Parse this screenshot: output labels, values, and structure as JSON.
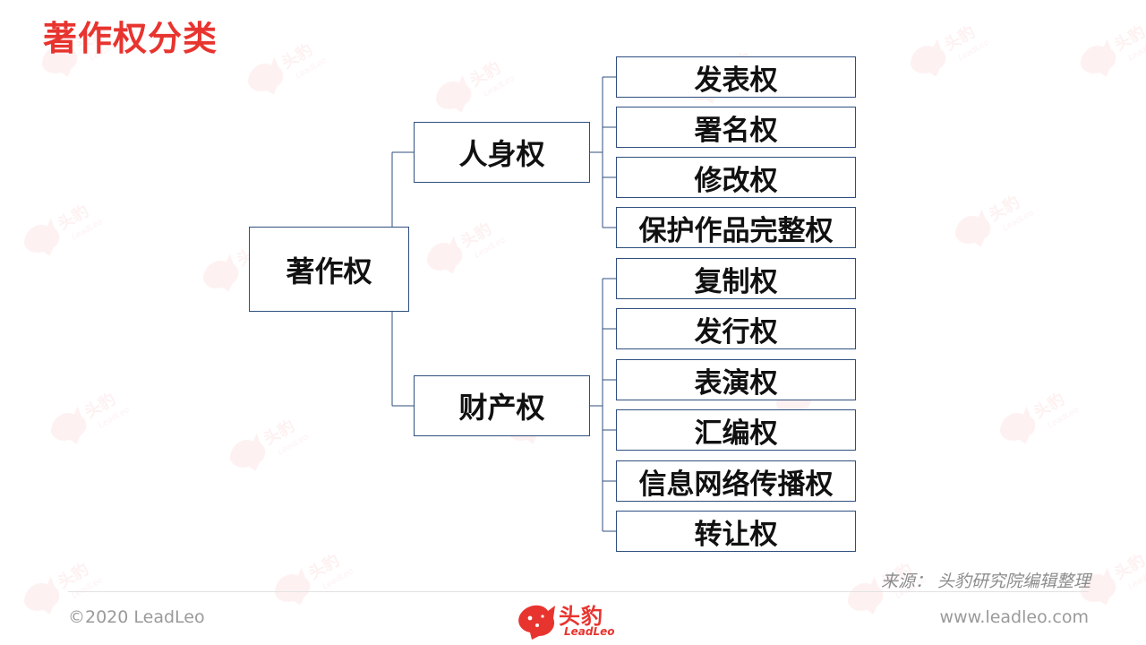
{
  "title": "著作权分类",
  "diagram": {
    "root": "著作权",
    "branches": [
      {
        "label": "人身权",
        "children": [
          "发表权",
          "署名权",
          "修改权",
          "保护作品完整权"
        ]
      },
      {
        "label": "财产权",
        "children": [
          "复制权",
          "发行权",
          "表演权",
          "汇编权",
          "信息网络传播权",
          "转让权"
        ]
      }
    ]
  },
  "source": "来源：  头豹研究院编辑整理",
  "footer": {
    "copyright": "©2020 LeadLeo",
    "logo_text": "头豹",
    "logo_sub": "LeadLeo",
    "url": "www.leadleo.com"
  },
  "colors": {
    "accent": "#e8342f",
    "box_border": "#2f4f7f",
    "connector": "#2f4f7f"
  },
  "icons": {
    "watermark": "leopard-logo-watermark",
    "logo": "leopard-head-icon"
  }
}
